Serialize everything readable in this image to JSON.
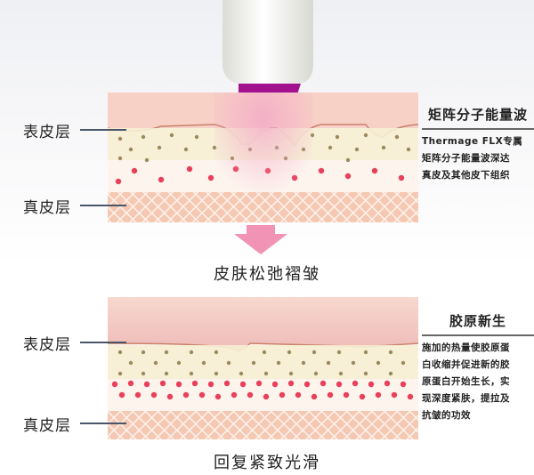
{
  "top_panel": {
    "label_epidermis": "表皮层",
    "label_dermis": "真皮层",
    "info_title": "矩阵分子能量波",
    "info_lines": [
      "Thermage FLX专属",
      "矩阵分子能量波深达",
      "真皮及其他皮下组织"
    ],
    "caption": "皮肤松弛褶皱"
  },
  "bottom_panel": {
    "label_epidermis": "表皮层",
    "label_dermis": "真皮层",
    "info_title": "胶原新生",
    "info_lines": [
      "施加的热量使胶原蛋",
      "白收缩并促进新的胶",
      "原蛋白开始生长，实",
      "现深度紧肤，提拉及",
      "抗皱的功效"
    ],
    "caption": "回复紧致光滑"
  },
  "colors": {
    "skin_surface": "#f6cfc8",
    "epidermis_cell": "#f8f3d8",
    "cell_nucleus": "#9c8a5e",
    "red_cell": "#e8405a",
    "dermis_mesh": "#f1b9a0",
    "device_tip": "#a3138f",
    "arrow": "#f093b4"
  },
  "icons": {
    "device": "thermage-handpiece-icon",
    "arrow": "down-arrow-icon"
  }
}
